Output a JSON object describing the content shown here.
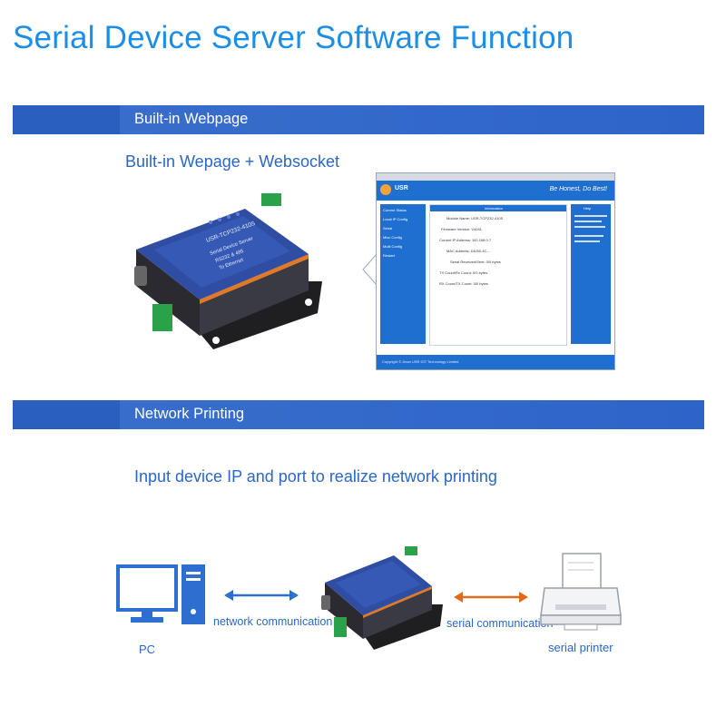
{
  "page": {
    "title": "Serial Device Server Software Function"
  },
  "section1": {
    "banner_label": "Built-in  Webpage",
    "subtitle": "Built-in Wepage + Websocket",
    "device": {
      "model_label": "USR-TCP232-410S",
      "line1": "Serial Device Server",
      "line2": "RS232 & 485",
      "line3": "To Ethernet",
      "brand": "USR"
    },
    "webpage": {
      "brand": "USR",
      "slogan": "Be Honest, Do Best!",
      "menu": [
        "Current Status",
        "Local IP Config",
        "Serial",
        "Misc Config",
        "Multi Config",
        "Restart"
      ],
      "content_header": "Information",
      "content_rows": [
        "Module Name: USR-TCP232-410S",
        "Firmware Version: V4041",
        "Current IP Address: 192.168.0.7",
        "MAC Address: D8-B0-4C-..",
        "Serial Received/Sent: 0/0 bytes",
        "TX Count/Rx Count: 0/0 bytes",
        "RX Count/TX Count: 0/0 bytes"
      ],
      "help_title": "Help",
      "footer": "Copyright © Jinan USR IOT Technology Limited"
    }
  },
  "section2": {
    "banner_label": "Network Printing",
    "subtitle": "Input device IP and port to realize network printing",
    "pc_label": "PC",
    "network_label": "network communication",
    "serial_label": "serial communication",
    "printer_label": "serial printer"
  },
  "colors": {
    "title": "#1c8ee6",
    "banner": "#2e64c8",
    "text_blue": "#2b67c4",
    "arrow_blue": "#2d6fd0",
    "arrow_orange": "#e06a1b",
    "device_body": "#2f4da3",
    "terminal_green": "#2aa24a"
  }
}
